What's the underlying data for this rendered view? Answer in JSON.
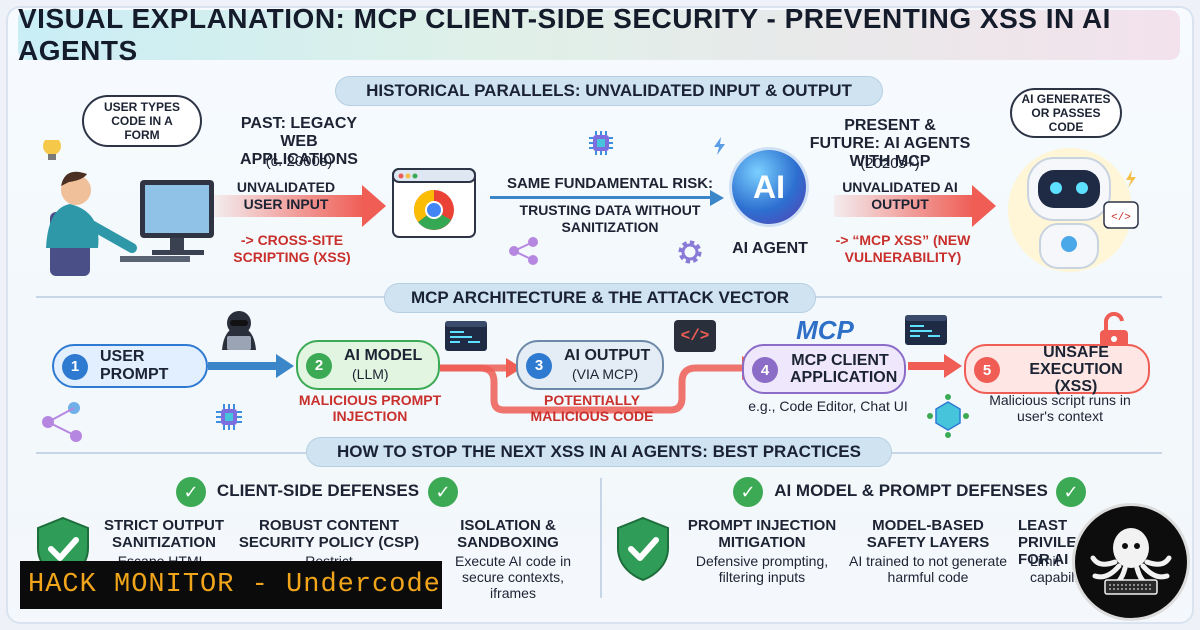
{
  "title": "VISUAL EXPLANATION: MCP CLIENT-SIDE SECURITY - PREVENTING XSS IN AI AGENTS",
  "historical": {
    "heading": "HISTORICAL PARALLELS: UNVALIDATED INPUT & OUTPUT",
    "user_cloud": "USER TYPES CODE IN A FORM",
    "past_title": "PAST: LEGACY WEB APPLICATIONS",
    "past_era": "(c. 2000s)",
    "past_input": "UNVALIDATED USER INPUT",
    "past_result": "-> CROSS-SITE SCRIPTING (XSS)",
    "risk_title": "SAME FUNDAMENTAL RISK:",
    "risk_text": "TRUSTING DATA WITHOUT SANITIZATION",
    "ai_badge": "AI",
    "ai_agent": "AI AGENT",
    "present_title": "PRESENT & FUTURE: AI AGENTS WITH MCP",
    "present_era": "(2020s+)",
    "present_output": "UNVALIDATED AI OUTPUT",
    "present_result": "-> “MCP XSS” (NEW VULNERABILITY)",
    "ai_cloud": "AI GENERATES OR PASSES CODE"
  },
  "architecture": {
    "heading": "MCP ARCHITECTURE & THE ATTACK VECTOR",
    "mcp_logo": "MCP",
    "nodes": [
      {
        "num": "1",
        "label": "USER PROMPT",
        "sub": ""
      },
      {
        "num": "2",
        "label": "AI MODEL",
        "sub": "(LLM)"
      },
      {
        "num": "3",
        "label": "AI OUTPUT",
        "sub": "(VIA MCP)"
      },
      {
        "num": "4",
        "label": "MCP CLIENT APPLICATION",
        "sub": ""
      },
      {
        "num": "5",
        "label": "UNSAFE EXECUTION (XSS)",
        "sub": ""
      }
    ],
    "injection": "MALICIOUS PROMPT INJECTION",
    "malicious_code": "POTENTIALLY MALICIOUS CODE",
    "client_example": "e.g., Code Editor, Chat UI",
    "unsafe_note": "Malicious script runs in user's context",
    "code_icon": "</>"
  },
  "practices": {
    "heading": "HOW TO STOP THE NEXT XSS IN AI AGENTS: BEST PRACTICES",
    "client_heading": "CLIENT-SIDE DEFENSES",
    "model_heading": "AI MODEL & PROMPT DEFENSES",
    "client_items": [
      {
        "title": "STRICT OUTPUT SANITIZATION",
        "desc": "Escape HTML,"
      },
      {
        "title": "ROBUST CONTENT SECURITY POLICY (CSP)",
        "desc": "Restrict"
      },
      {
        "title": "ISOLATION & SANDBOXING",
        "desc": "Execute AI code in secure contexts, iframes"
      }
    ],
    "model_items": [
      {
        "title": "PROMPT INJECTION MITIGATION",
        "desc": "Defensive prompting, filtering inputs"
      },
      {
        "title": "MODEL-BASED SAFETY LAYERS",
        "desc": "AI trained to not generate harmful code"
      },
      {
        "title": "LEAST PRIVILEGE FOR AI",
        "desc": "Limit capabilities"
      }
    ]
  },
  "banner": "HACK MONITOR - Undercode",
  "colors": {
    "accent_red": "#ef5d55",
    "accent_blue": "#3a86c8",
    "accent_green": "#3caa55",
    "accent_purple": "#8b6cc7"
  }
}
